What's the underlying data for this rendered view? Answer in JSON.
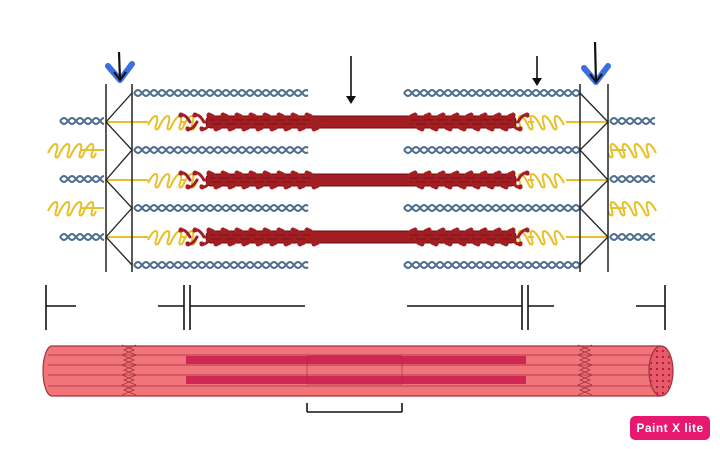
{
  "diagram": {
    "subject": "sarcomere",
    "pointer_arrows": [
      "blue-arrow",
      "black-arrow",
      "black-arrow",
      "blue-arrow"
    ],
    "colors": {
      "actin": "#4f6f8f",
      "titin": "#e8c02a",
      "myosin_fill": "#a31e22",
      "myosin_stroke": "#6b0f12",
      "z_line": "#222222",
      "fiber_fill": "#f0747a",
      "fiber_stroke": "#a0303a",
      "fiber_dark_band": "#d02855",
      "fiber_end": "#e85a6a",
      "arrow_blue": "#3a6fe0",
      "arrow_black": "#111111",
      "badge": "#e8176f"
    }
  },
  "watermark": {
    "text": "Paint X lite"
  }
}
